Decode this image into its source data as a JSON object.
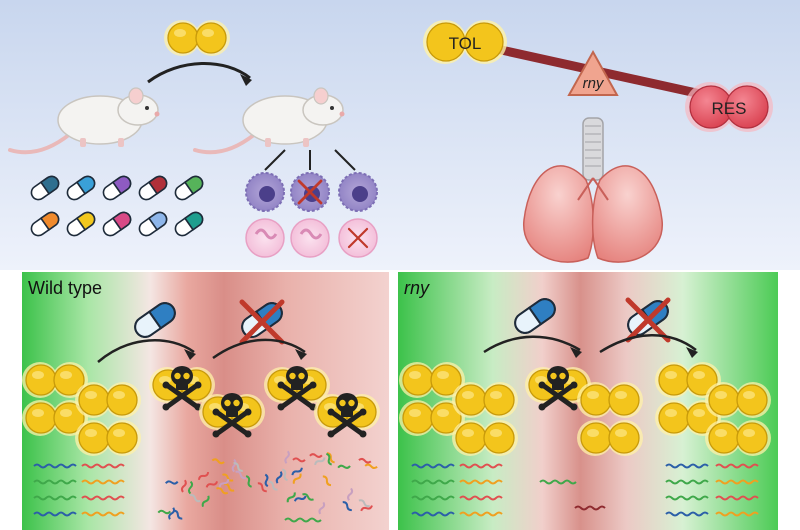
{
  "top": {
    "balance": {
      "left_label": "TOL",
      "right_label": "RES",
      "pivot_label": "rny"
    }
  },
  "panels": {
    "left": {
      "title": "Wild type"
    },
    "right": {
      "title": "rny"
    }
  },
  "colors": {
    "background_top": "#dfe8f6",
    "bacteria_fill": "#f3c51c",
    "bacteria_glow": "#fff2a8",
    "res_red": "#e04b5a",
    "seesaw_bar": "#8e2a2f",
    "green": "#3fc04a",
    "pink": "#f2c8c6",
    "skull": "#222222"
  },
  "icons": [
    "mouse-icon",
    "bacteria-icon",
    "pill-icon",
    "immune-cell-icon",
    "lungs-icon",
    "skull-icon",
    "cross-icon"
  ]
}
